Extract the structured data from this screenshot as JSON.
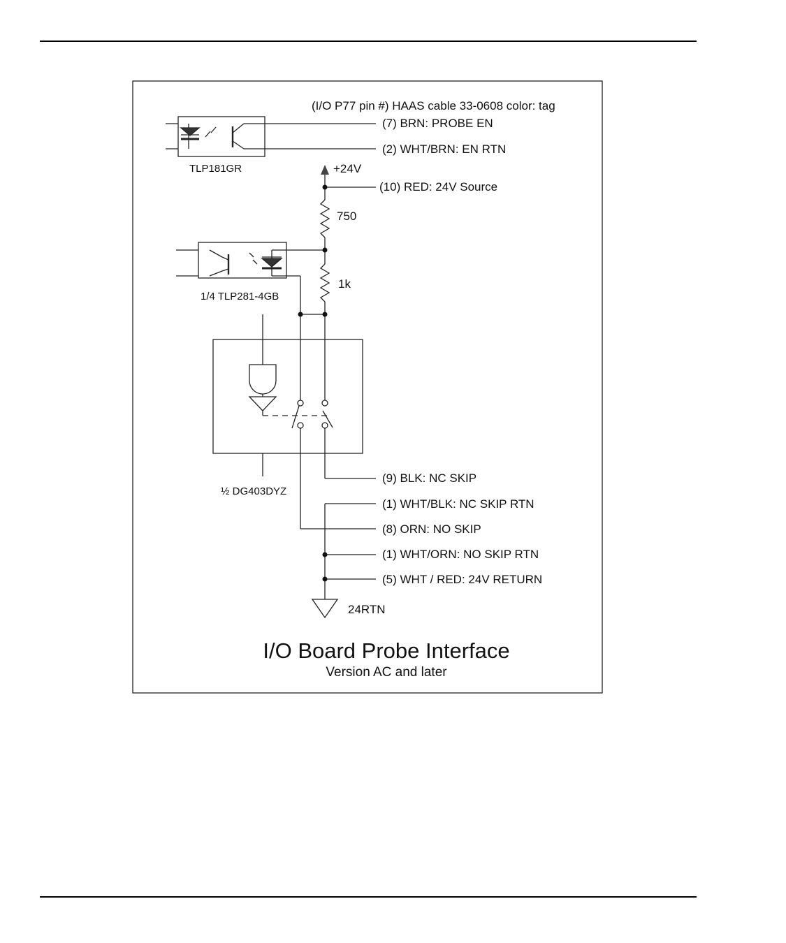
{
  "header_text": "(I/O P77 pin #) HAAS cable 33-0608 color: tag",
  "components": {
    "opto1": "TLP181GR",
    "opto2": "1/4 TLP281-4GB",
    "switch_ic": "½ DG403DYZ",
    "supply": "+24V",
    "r1": "750",
    "r2": "1k",
    "ground": "24RTN"
  },
  "wires": [
    "(7) BRN: PROBE EN",
    "(2) WHT/BRN: EN RTN",
    "(10) RED: 24V Source",
    "(9) BLK: NC SKIP",
    "(1) WHT/BLK: NC SKIP RTN",
    "(8) ORN: NO SKIP",
    "(1) WHT/ORN: NO SKIP RTN",
    "(5) WHT / RED: 24V RETURN"
  ],
  "title": "I/O Board Probe Interface",
  "subtitle": "Version AC and later"
}
